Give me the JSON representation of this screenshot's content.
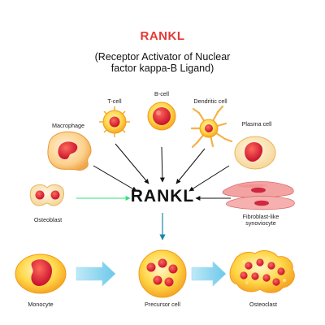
{
  "title": "RANKL",
  "subtitle_line1": "(Receptor Activator of Nuclear",
  "subtitle_line2": "factor kappa-B Ligand)",
  "center": "RANKL",
  "labels": {
    "tcell": "T-cell",
    "bcell": "B-cell",
    "dendritic": "Dendritic cell",
    "macrophage": "Macrophage",
    "plasma": "Plasma cell",
    "osteoblast": "Osteoblast",
    "fibroblast_line1": "Fibroblast-like",
    "fibroblast_line2": "synoviocyte",
    "monocyte": "Monocyte",
    "precursor": "Precursor cell",
    "osteoclast": "Osteoclast"
  }
}
